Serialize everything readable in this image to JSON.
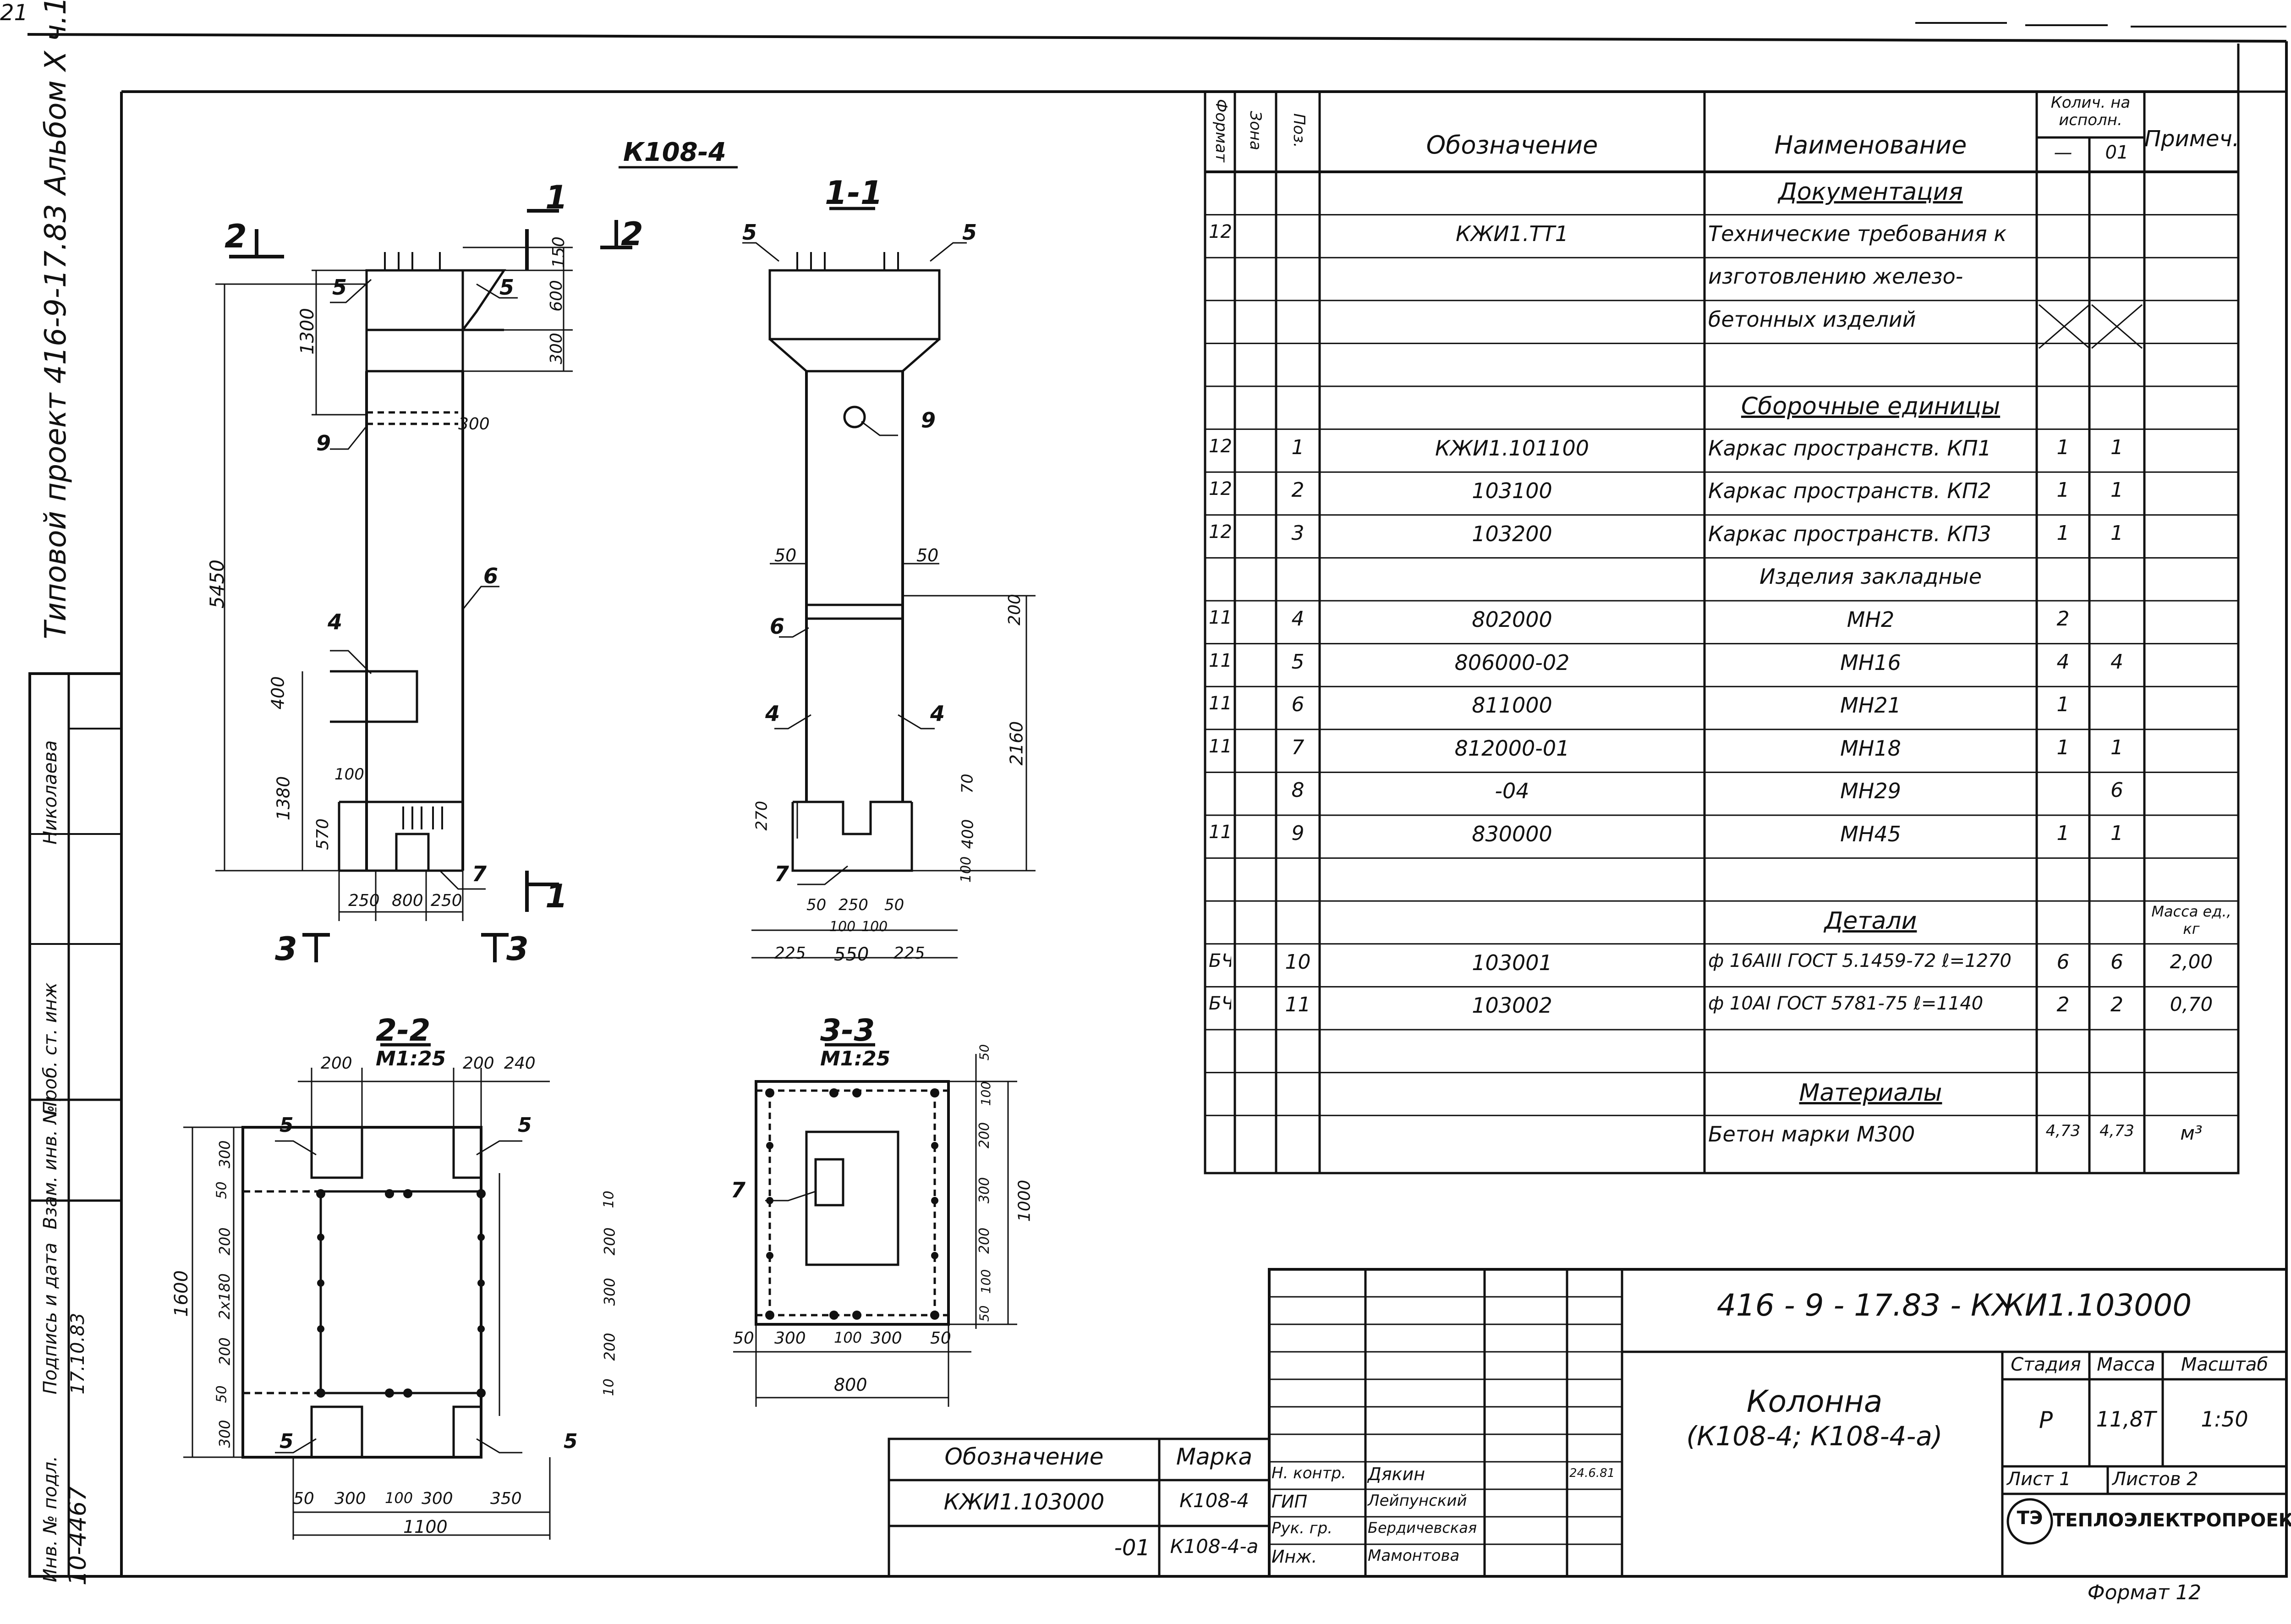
{
  "page_number": "21",
  "side_strip": {
    "title": "Типовой проект 416-9-17.83 Альбом X ч.1",
    "rows": [
      {
        "label": "Проб. ст. инж",
        "name": "Николаева"
      },
      {
        "label": "Взам. инв. №",
        "name": ""
      },
      {
        "label": "Подпись и дата",
        "name": "17.10.83"
      },
      {
        "label": "Инв. № подл.",
        "name": "10-4467"
      }
    ]
  },
  "drawing": {
    "main_label": "К108-4",
    "section_11": "1-1",
    "section_22": "2-2",
    "section_22_scale": "М1:25",
    "section_33": "3-3",
    "section_33_scale": "М1:25",
    "cut_marks": [
      "2",
      "1",
      "2",
      "1",
      "3",
      "3"
    ],
    "elev": {
      "dim_top": "150",
      "dim_600": "600",
      "dim_300a": "300",
      "dim_1300": "1300",
      "dim_300b": "300",
      "dim_5450": "5450",
      "dim_400": "400",
      "dim_100": "100",
      "dim_1380": "1380",
      "dim_570": "570",
      "bot_250a": "250",
      "bot_800": "800",
      "bot_250b": "250",
      "pos_5a": "5",
      "pos_5b": "5",
      "pos_9": "9",
      "pos_6": "6",
      "pos_4": "4",
      "pos_7": "7"
    },
    "sec11": {
      "pos_5a": "5",
      "pos_5b": "5",
      "pos_9": "9",
      "d50a": "50",
      "d50b": "50",
      "pos_6": "6",
      "d200": "200",
      "pos_4a": "4",
      "pos_4b": "4",
      "d2160": "2160",
      "d70": "70",
      "d270": "270",
      "d400": "400",
      "d100": "100",
      "pos_7": "7",
      "b50a": "50",
      "b250": "250",
      "b50b": "50",
      "b100a": "100",
      "b100b": "100",
      "w225a": "225",
      "w550": "550",
      "w225b": "225"
    },
    "sec22": {
      "top_200": "200",
      "top_200b": "200",
      "top_240": "240",
      "pos_5": [
        "5",
        "5",
        "5",
        "5"
      ],
      "l_300a": "300",
      "l_50a": "50",
      "l_200": "200",
      "l_2x180": "2х180",
      "l_200b": "200",
      "l_50b": "50",
      "l_300b": "300",
      "total_1600": "1600",
      "r_10a": "10",
      "r_200": "200",
      "r_300": "300",
      "r_200b": "200",
      "r_10b": "10",
      "b_50": "50",
      "b_300": "300",
      "b_100": "100",
      "b_300b": "300",
      "b_350": "350",
      "b_1100": "1100"
    },
    "sec33": {
      "pos_7": "7",
      "r_50": "50",
      "r_100": "100",
      "r_200": "200",
      "r_300": "300",
      "r_200b": "200",
      "r_100b": "100",
      "r_50b": "50",
      "total_1000": "1000",
      "b_50": "50",
      "b_300": "300",
      "b_100": "100",
      "b_300b": "300",
      "b_50b": "50",
      "b_800": "800"
    }
  },
  "spec": {
    "headers": {
      "format": "Формат",
      "zone": "Зона",
      "pos": "Поз.",
      "designation": "Обозначение",
      "name": "Наименование",
      "qty": "Колич. на исполн.",
      "qty_a": "—",
      "qty_b": "01",
      "note": "Примеч."
    },
    "rows": [
      {
        "f": "",
        "z": "",
        "p": "",
        "d": "",
        "n": "Документация",
        "q1": "",
        "q2": "",
        "note": "",
        "type": "section"
      },
      {
        "f": "12",
        "z": "",
        "p": "",
        "d": "КЖИ1.ТТ1",
        "n": "Технические требования к",
        "q1": "",
        "q2": "",
        "note": ""
      },
      {
        "f": "",
        "z": "",
        "p": "",
        "d": "",
        "n": "изготовлению железо-",
        "q1": "",
        "q2": "",
        "note": ""
      },
      {
        "f": "",
        "z": "",
        "p": "",
        "d": "",
        "n": "бетонных изделий",
        "q1": "X",
        "q2": "X",
        "note": "",
        "type": "cross"
      },
      {
        "f": "",
        "z": "",
        "p": "",
        "d": "",
        "n": "",
        "q1": "",
        "q2": "",
        "note": ""
      },
      {
        "f": "",
        "z": "",
        "p": "",
        "d": "",
        "n": "Сборочные единицы",
        "q1": "",
        "q2": "",
        "note": "",
        "type": "section"
      },
      {
        "f": "12",
        "z": "",
        "p": "1",
        "d": "КЖИ1.101100",
        "n": "Каркас пространств. КП1",
        "q1": "1",
        "q2": "1",
        "note": ""
      },
      {
        "f": "12",
        "z": "",
        "p": "2",
        "d": "103100",
        "n": "Каркас пространств. КП2",
        "q1": "1",
        "q2": "1",
        "note": ""
      },
      {
        "f": "12",
        "z": "",
        "p": "3",
        "d": "103200",
        "n": "Каркас пространств. КП3",
        "q1": "1",
        "q2": "1",
        "note": ""
      },
      {
        "f": "",
        "z": "",
        "p": "",
        "d": "",
        "n": "Изделия закладные",
        "q1": "",
        "q2": "",
        "note": "",
        "type": "plain-center"
      },
      {
        "f": "11",
        "z": "",
        "p": "4",
        "d": "802000",
        "n": "МН2",
        "q1": "2",
        "q2": "",
        "note": "",
        "type": "center"
      },
      {
        "f": "11",
        "z": "",
        "p": "5",
        "d": "806000-02",
        "n": "МН16",
        "q1": "4",
        "q2": "4",
        "note": "",
        "type": "center"
      },
      {
        "f": "11",
        "z": "",
        "p": "6",
        "d": "811000",
        "n": "МН21",
        "q1": "1",
        "q2": "",
        "note": "",
        "type": "center"
      },
      {
        "f": "11",
        "z": "",
        "p": "7",
        "d": "812000-01",
        "n": "МН18",
        "q1": "1",
        "q2": "1",
        "note": "",
        "type": "center"
      },
      {
        "f": "",
        "z": "",
        "p": "8",
        "d": "-04",
        "n": "МН29",
        "q1": "",
        "q2": "6",
        "note": "",
        "type": "center"
      },
      {
        "f": "11",
        "z": "",
        "p": "9",
        "d": "830000",
        "n": "МН45",
        "q1": "1",
        "q2": "1",
        "note": "",
        "type": "center"
      },
      {
        "f": "",
        "z": "",
        "p": "",
        "d": "",
        "n": "",
        "q1": "",
        "q2": "",
        "note": ""
      },
      {
        "f": "",
        "z": "",
        "p": "",
        "d": "",
        "n": "Детали",
        "q1": "",
        "q2": "",
        "note": "Масса ед., кг",
        "type": "section"
      },
      {
        "f": "БЧ",
        "z": "",
        "p": "10",
        "d": "103001",
        "n": "ф 16АIII ГОСТ 5.1459-72 ℓ=1270",
        "q1": "6",
        "q2": "6",
        "note": "2,00"
      },
      {
        "f": "БЧ",
        "z": "",
        "p": "11",
        "d": "103002",
        "n": "ф 10АI ГОСТ 5781-75 ℓ=1140",
        "q1": "2",
        "q2": "2",
        "note": "0,70"
      },
      {
        "f": "",
        "z": "",
        "p": "",
        "d": "",
        "n": "",
        "q1": "",
        "q2": "",
        "note": ""
      },
      {
        "f": "",
        "z": "",
        "p": "",
        "d": "",
        "n": "Материалы",
        "q1": "",
        "q2": "",
        "note": "",
        "type": "section"
      },
      {
        "f": "",
        "z": "",
        "p": "",
        "d": "",
        "n": "Бетон марки М300",
        "q1": "4,73",
        "q2": "4,73",
        "note": "м³"
      }
    ]
  },
  "variants": {
    "h_designation": "Обозначение",
    "h_mark": "Марка",
    "rows": [
      {
        "designation": "КЖИ1.103000",
        "mark": "К108-4"
      },
      {
        "designation": "-01",
        "mark": "К108-4-а"
      }
    ]
  },
  "title_block": {
    "code": "416 - 9 - 17.83 - КЖИ1.103000",
    "name_line1": "Колонна",
    "name_line2": "(К108-4; К108-4-а)",
    "stage_h": "Стадия",
    "mass_h": "Масса",
    "scale_h": "Масштаб",
    "stage": "Р",
    "mass": "11,8Т",
    "scale": "1:50",
    "sheet_label": "Лист 1",
    "sheets_label": "Листов 2",
    "org": "ТЕПЛОЭЛЕКТРОПРОЕКТ",
    "format": "Формат 12",
    "people": [
      {
        "role": "Н. контр.",
        "name": "Дякин",
        "date": "24.6.81"
      },
      {
        "role": "ГИП",
        "name": "Лейпунский",
        "date": ""
      },
      {
        "role": "Рук. гр.",
        "name": "Бердичевская",
        "date": ""
      },
      {
        "role": "Инж.",
        "name": "Мамонтова",
        "date": ""
      }
    ]
  }
}
